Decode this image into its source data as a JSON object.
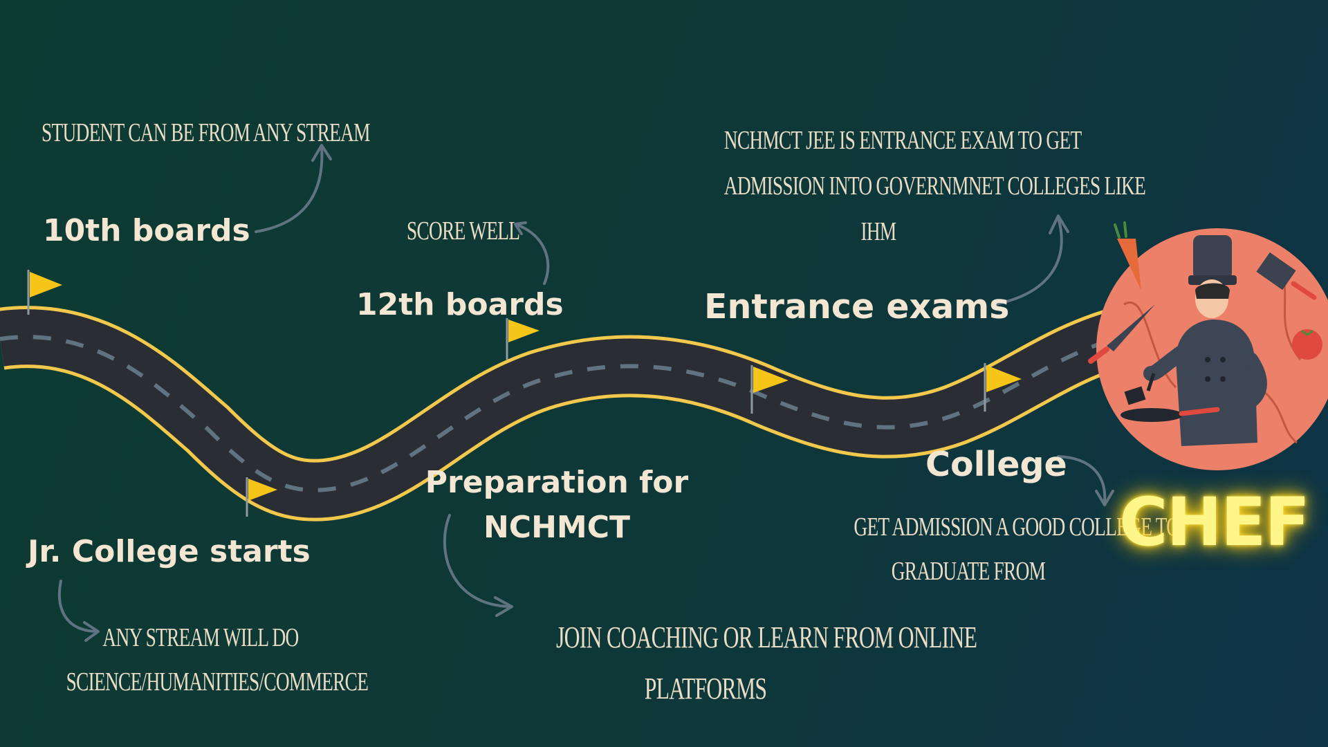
{
  "milestones": {
    "tenth_boards": "10th boards",
    "jr_college": "Jr. College starts",
    "twelfth_boards": "12th boards",
    "preparation_line1": "Preparation for",
    "preparation_line2": "NCHMCT",
    "entrance_exams": "Entrance exams",
    "college": "College"
  },
  "notes": {
    "any_stream_student": "STUDENT CAN BE FROM ANY STREAM",
    "stream_line1": "ANY STREAM WILL DO",
    "stream_line2": "SCIENCE/HUMANITIES/COMMERCE",
    "score_well": "SCORE WELL",
    "coaching_line1": "JOIN COACHING OR LEARN FROM ONLINE",
    "coaching_line2": "PLATFORMS",
    "entrance_line1": "NCHMCT JEE IS ENTRANCE EXAM TO GET",
    "entrance_line2": "ADMISSION INTO GOVERNMNET COLLEGES LIKE",
    "entrance_line3": "IHM",
    "college_line1": "GET ADMISSION A GOOD COLLEGE TO",
    "college_line2": "GRADUATE FROM"
  },
  "goal": {
    "label": "CHEF"
  },
  "colors": {
    "road": "#2b2d34",
    "road_edge": "#f2c94c",
    "lane_dash": "#5f7480",
    "flag": "#f5c518",
    "flag_pole": "#8e9aa2",
    "arrow": "#5f7480",
    "milestone_text": "#f3e6d3",
    "note_text": "#e9ddc7",
    "chef_circle": "#ec8068",
    "chef_glow": "#fff68a"
  },
  "icons": [
    "flag-icon",
    "curved-arrow-icon",
    "chef-icon",
    "carrot-icon",
    "knife-icon",
    "cleaver-icon",
    "tomato-icon",
    "frying-pan-icon",
    "spatula-icon"
  ]
}
